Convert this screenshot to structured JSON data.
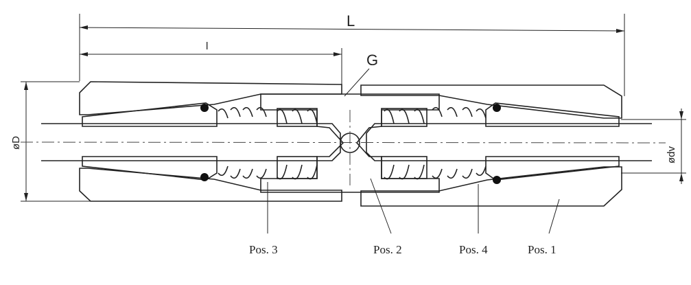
{
  "dimensions": {
    "overall_length": "L",
    "partial_length": "l",
    "outer_diameter": "øD",
    "wire_diameter": "ødv"
  },
  "callouts": {
    "ball": "G",
    "pos1": "Pos. 1",
    "pos2": "Pos. 2",
    "pos3": "Pos. 3",
    "pos4": "Pos. 4"
  }
}
